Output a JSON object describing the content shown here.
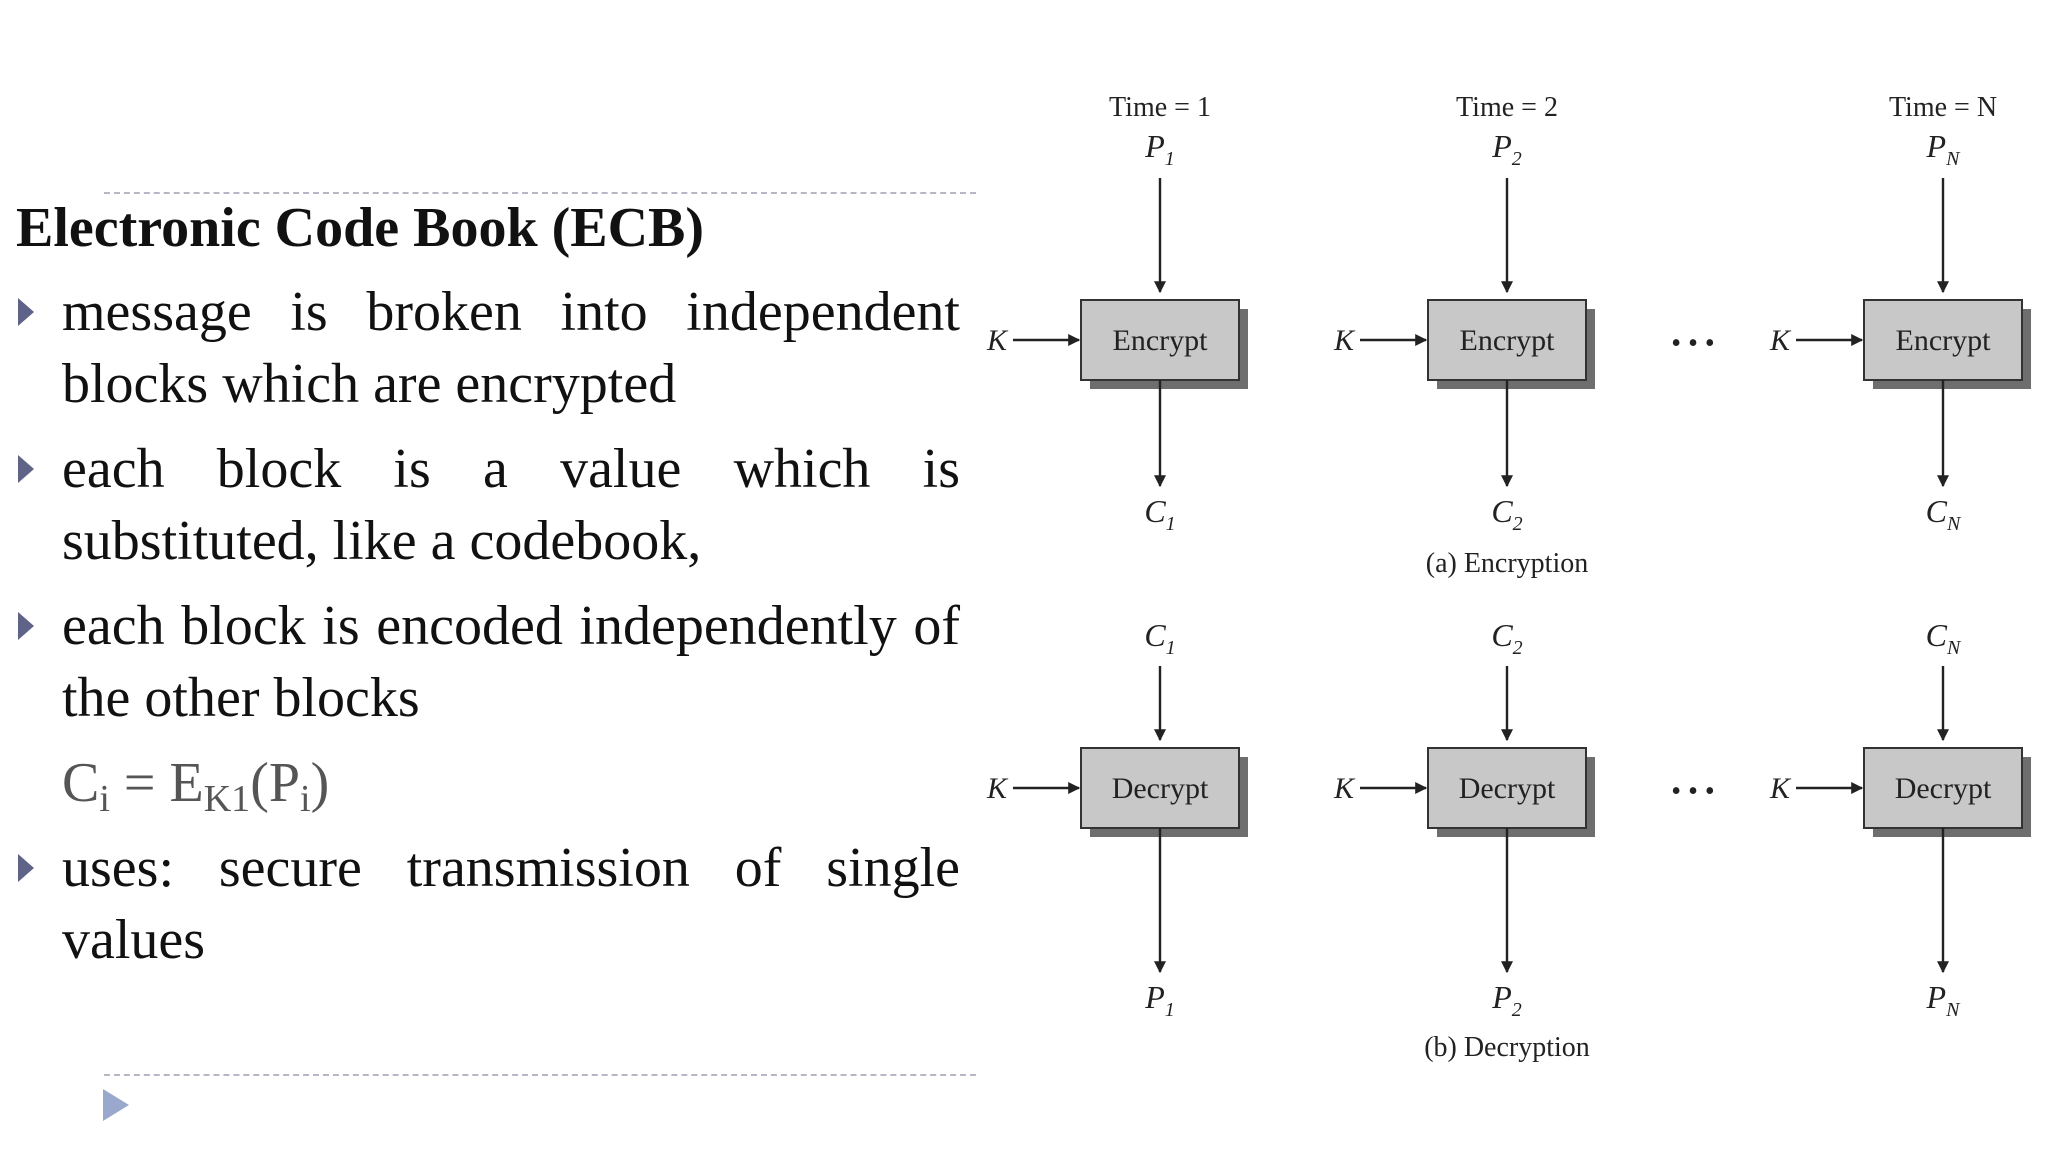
{
  "slide": {
    "title": "Electronic Code Book (ECB)",
    "bullets": [
      "message is broken into independent blocks which are encrypted",
      "each block is a value which is substituted, like a codebook,",
      "each block is encoded independently of the other blocks",
      "uses: secure transmission of single values"
    ],
    "formula": {
      "lhs": "C",
      "lhs_sub": "i",
      "equals": " = ",
      "func": "E",
      "func_sub": "K1",
      "open": "(",
      "arg": "P",
      "arg_sub": "i",
      "close": ")"
    }
  },
  "diagram": {
    "times": [
      "Time = 1",
      "Time = 2",
      "Time = N"
    ],
    "key_label": "K",
    "ellipsis": "• • •",
    "encryption": {
      "caption": "(a) Encryption",
      "box_label": "Encrypt",
      "inputs": [
        {
          "base": "P",
          "sub": "1"
        },
        {
          "base": "P",
          "sub": "2"
        },
        {
          "base": "P",
          "sub": "N"
        }
      ],
      "outputs": [
        {
          "base": "C",
          "sub": "1"
        },
        {
          "base": "C",
          "sub": "2"
        },
        {
          "base": "C",
          "sub": "N"
        }
      ]
    },
    "decryption": {
      "caption": "(b) Decryption",
      "box_label": "Decrypt",
      "inputs": [
        {
          "base": "C",
          "sub": "1"
        },
        {
          "base": "C",
          "sub": "2"
        },
        {
          "base": "C",
          "sub": "N"
        }
      ],
      "outputs": [
        {
          "base": "P",
          "sub": "1"
        },
        {
          "base": "P",
          "sub": "2"
        },
        {
          "base": "P",
          "sub": "N"
        }
      ]
    }
  },
  "colors": {
    "bullet_marker": "#5f6387",
    "nav_arrow": "#9aa8ce",
    "box_fill": "#c8c8c8",
    "box_shadow": "#6e6e6e"
  }
}
